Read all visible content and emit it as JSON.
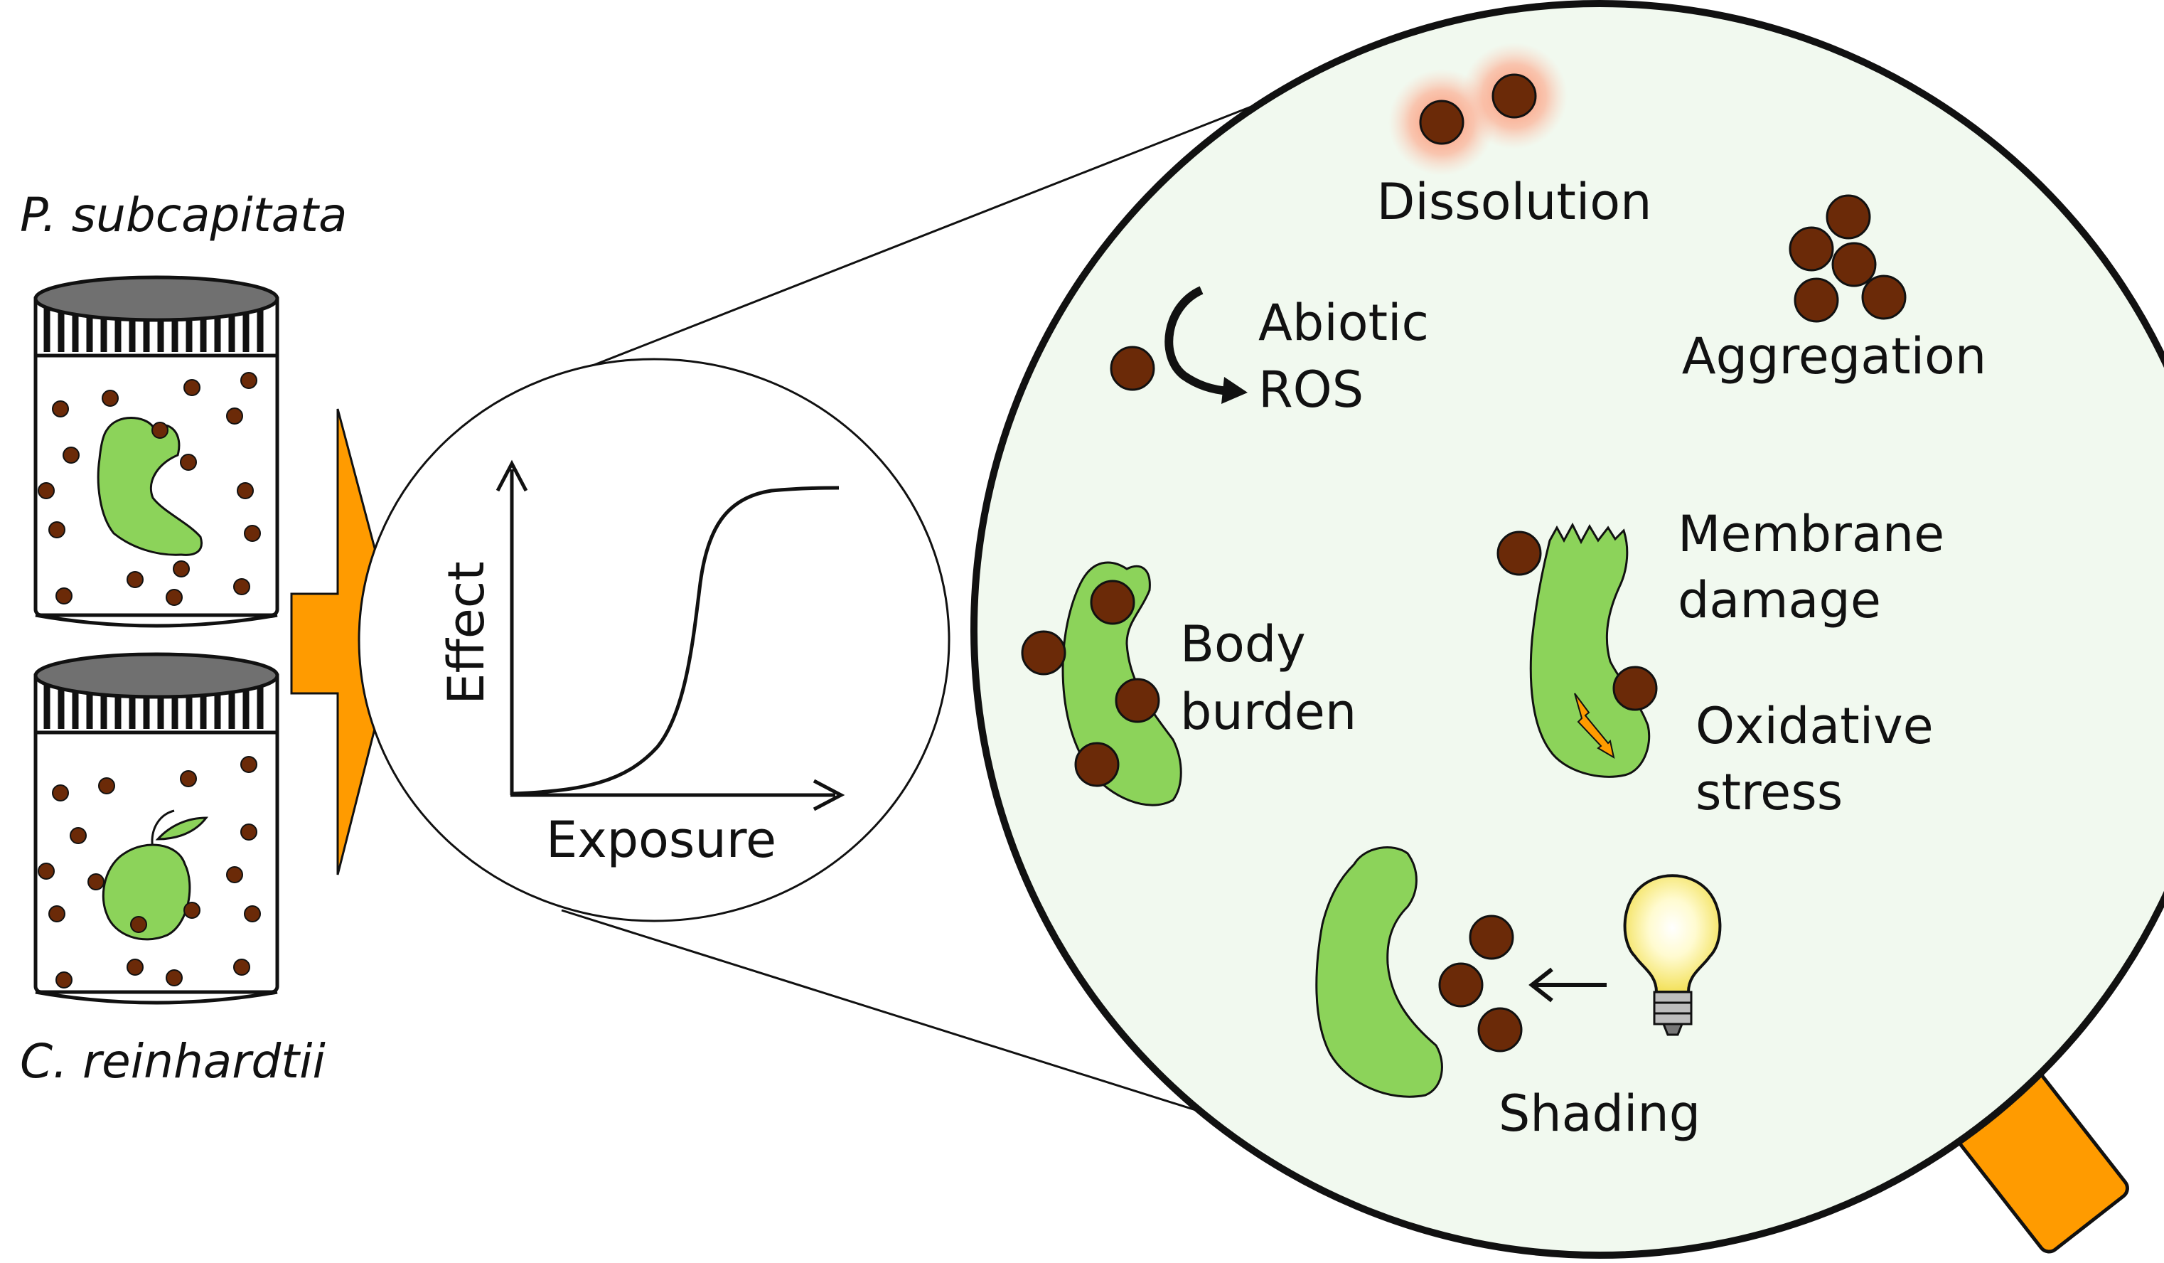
{
  "species": {
    "top": "P. subcapitata",
    "bottom": "C. reinhardtii"
  },
  "graph": {
    "y_label": "Effect",
    "x_label": "Exposure"
  },
  "processes": {
    "dissolution": "Dissolution",
    "aggregation": "Aggregation",
    "abiotic_line1": "Abiotic",
    "abiotic_line2": "ROS",
    "body_line1": "Body",
    "body_line2": "burden",
    "membrane_line1": "Membrane",
    "membrane_line2": "damage",
    "oxidative_line1": "Oxidative",
    "oxidative_line2": "stress",
    "shading": "Shading"
  },
  "colors": {
    "algae": "#8cd35a",
    "particle": "#6b2a08",
    "arrow_orange": "#ff9b00",
    "lens_fill": "#f1f9ef",
    "glow": "#ff9a7a",
    "bulb": "#fff7a8"
  },
  "icons": [
    "jar-icon",
    "algae-cell-icon",
    "particle-icon",
    "lightning-icon",
    "light-bulb-icon",
    "magnifier-handle-icon"
  ]
}
